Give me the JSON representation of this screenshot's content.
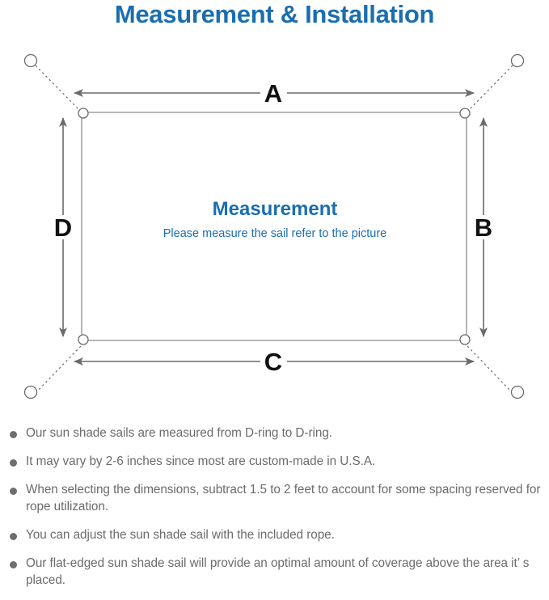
{
  "header": {
    "title": "Measurement & Installation",
    "title_color": "#1a6eb0"
  },
  "diagram": {
    "name": "sun-shade-sail-measurement-diagram",
    "center": {
      "heading": "Measurement",
      "subtitle": "Please measure the sail refer to the picture",
      "color": "#1a6eb0"
    },
    "dimension_labels": {
      "top": "A",
      "right": "B",
      "bottom": "C",
      "left": "D"
    },
    "line_color": "#6b6b6b",
    "sail_border_color": "#8d8d8d",
    "rope_style": "dotted",
    "d_ring_count": 4,
    "anchor_point_count": 4
  },
  "notes": [
    "Our sun shade sails are measured from D-ring to D-ring.",
    "It may vary by 2-6 inches since most are custom-made in U.S.A.",
    "When selecting the dimensions, subtract 1.5 to 2 feet to account for some spacing reserved for rope utilization.",
    "You can adjust the sun shade sail with the included rope.",
    "Our flat-edged sun shade sail will provide an optimal amount of coverage above the area it’  s placed."
  ],
  "notes_color": "#6b6b6b"
}
